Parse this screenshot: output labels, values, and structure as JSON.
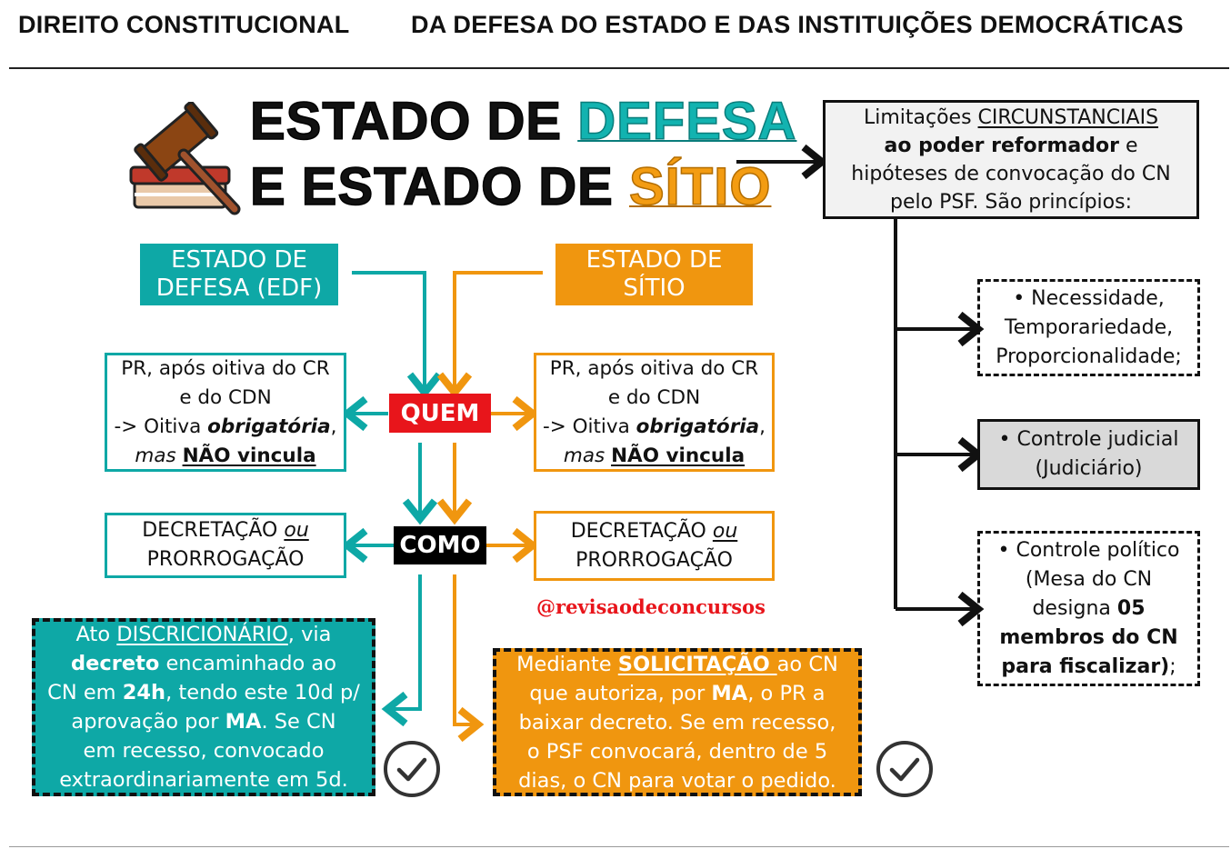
{
  "header": {
    "subject": "DIREITO CONSTITUCIONAL",
    "topic": "DA DEFESA DO ESTADO E DAS INSTITUIÇÕES DEMOCRÁTICAS"
  },
  "title": {
    "line1_prefix": "ESTADO DE ",
    "line1_highlight": "DEFESA",
    "line2_prefix": "E ESTADO DE ",
    "line2_highlight": "SÍTIO"
  },
  "colors": {
    "teal": "#0ea8a6",
    "orange": "#f0960f",
    "red": "#e8151b"
  },
  "edf": {
    "label_l1": "ESTADO DE",
    "label_l2": "DEFESA (EDF)",
    "quem_l1": "PR, após oitiva do CR",
    "quem_l2": "e do CDN",
    "quem_l3a": "-> Oitiva ",
    "quem_l3b": "obrigatória",
    "quem_l3c": ",",
    "quem_l4a": "mas ",
    "quem_l4b": "NÃO vincula",
    "como_l1a": "DECRETAÇÃO ",
    "como_l1b": "ou",
    "como_l2": "PRORROGAÇÃO",
    "final": {
      "p1": "Ato ",
      "p2": "DISCRICIONÁRIO",
      "p3": ", via",
      "p4": "decreto",
      "p5": " encaminhado ao",
      "p6": "CN em ",
      "p7": "24h",
      "p8": ", tendo este 10d p/",
      "p9": "aprovação por ",
      "p10": "MA",
      "p11": ". Se CN",
      "p12": "em recesso, convocado",
      "p13": "extraordinariamente em 5d."
    }
  },
  "sitio": {
    "label_l1": "ESTADO DE",
    "label_l2": "SÍTIO",
    "quem_l1": "PR, após oitiva do CR",
    "quem_l2": "e do CDN",
    "quem_l3a": "-> Oitiva ",
    "quem_l3b": "obrigatória",
    "quem_l3c": ",",
    "quem_l4a": "mas ",
    "quem_l4b": "NÃO vincula",
    "como_l1a": "DECRETAÇÃO ",
    "como_l1b": "ou",
    "como_l2": "PRORROGAÇÃO",
    "final": {
      "p1": "Mediante ",
      "p2": "SOLICITAÇÃO ",
      "p3": "ao CN",
      "p4": "que autoriza, por ",
      "p5": "MA",
      "p6": ", o PR a",
      "p7": "baixar decreto. Se em recesso,",
      "p8": "o PSF convocará, dentro de 5",
      "p9": "dias, o CN para votar o pedido."
    }
  },
  "center": {
    "quem": "QUEM",
    "como": "COMO"
  },
  "handle": "@revisaodeconcursos",
  "limits": {
    "l1a": "Limitações ",
    "l1b": "CIRCUNSTANCIAIS",
    "l2a": "ao poder reformador",
    "l2b": " e",
    "l3": "hipóteses de convocação do CN",
    "l4": "pelo PSF. São princípios:",
    "p1_l1": "• Necessidade,",
    "p1_l2": "Temporariedade,",
    "p1_l3": "Proporcionalidade;",
    "p2_l1": "• Controle judicial",
    "p2_l2": "(Judiciário)",
    "p3_l1": "• Controle político",
    "p3_l2": "(Mesa do CN",
    "p3_l3a": "designa ",
    "p3_l3b": "05",
    "p3_l4": "membros do CN",
    "p3_l5a": "para fiscalizar)",
    "p3_l5b": ";"
  }
}
